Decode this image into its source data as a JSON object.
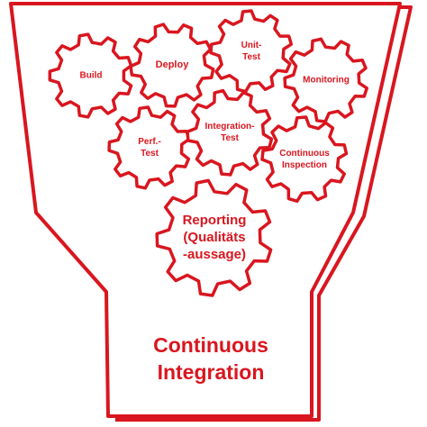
{
  "diagram": {
    "accent_color": "#d9161f",
    "background_color": "#ffffff",
    "funnel_title_lines": [
      "Continuous",
      "Integration"
    ],
    "gears": [
      {
        "id": "build",
        "lines": [
          "Build"
        ]
      },
      {
        "id": "deploy",
        "lines": [
          "Deploy"
        ]
      },
      {
        "id": "unit-test",
        "lines": [
          "Unit-",
          "Test"
        ]
      },
      {
        "id": "monitoring",
        "lines": [
          "Monitoring"
        ]
      },
      {
        "id": "perf-test",
        "lines": [
          "Perf.-",
          "Test"
        ]
      },
      {
        "id": "integration-test",
        "lines": [
          "Integration-",
          "Test"
        ]
      },
      {
        "id": "continuous-inspection",
        "lines": [
          "Continuous",
          "Inspection"
        ]
      },
      {
        "id": "reporting",
        "lines": [
          "Reporting",
          "(Qualitäts",
          "-aussage)"
        ]
      }
    ]
  }
}
